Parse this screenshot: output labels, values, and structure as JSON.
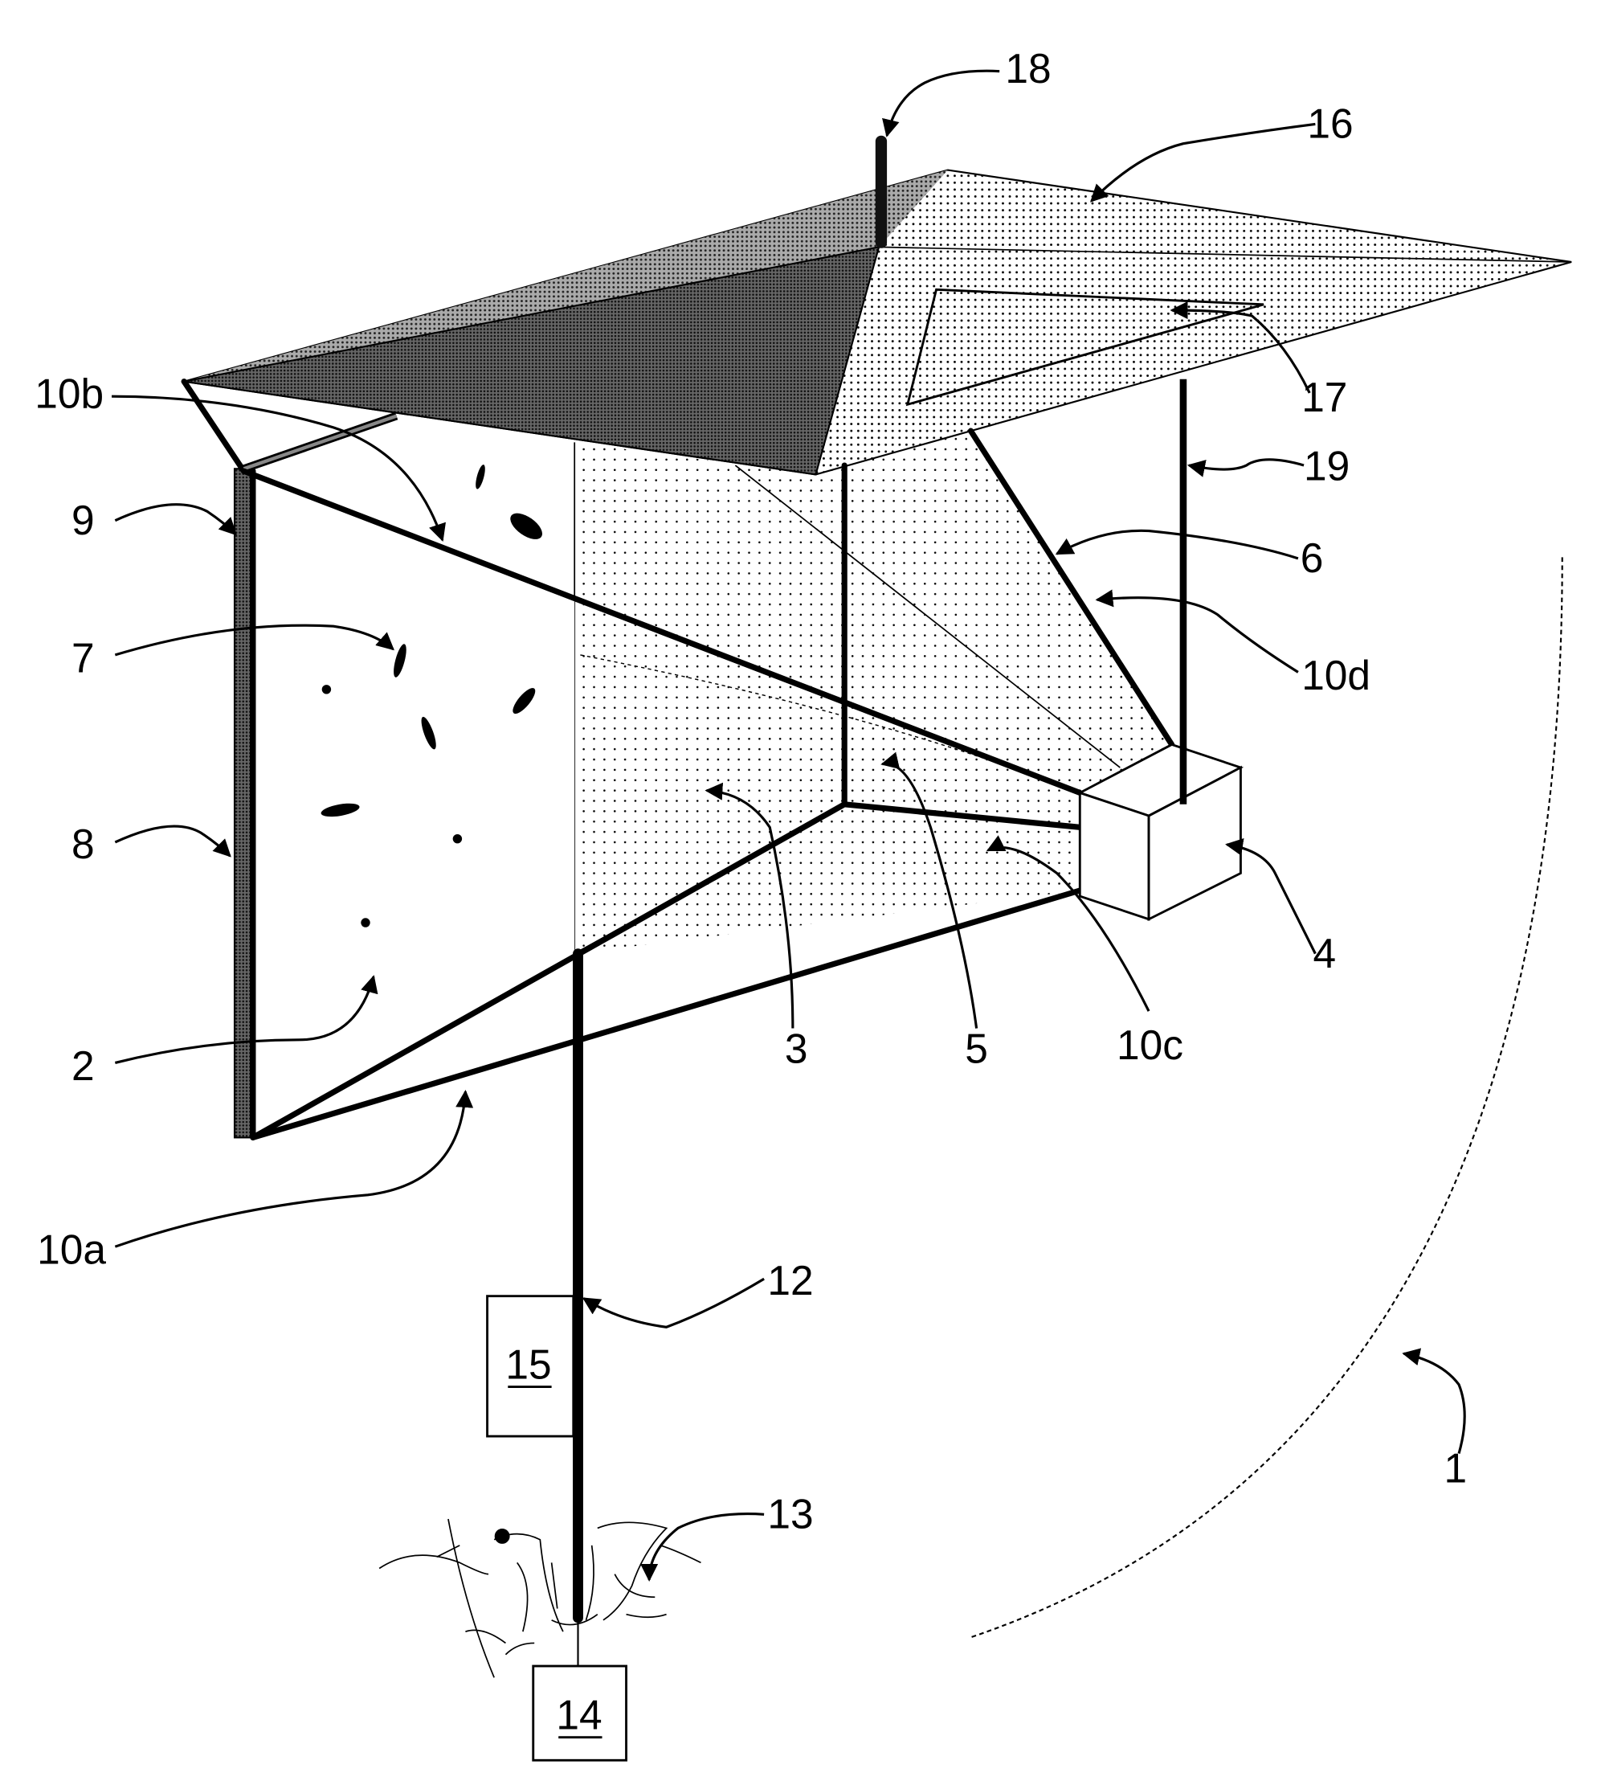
{
  "figure": {
    "labels": {
      "l1": "1",
      "l2": "2",
      "l3": "3",
      "l4": "4",
      "l5": "5",
      "l6": "6",
      "l7": "7",
      "l8": "8",
      "l9": "9",
      "l10a": "10a",
      "l10b": "10b",
      "l10c": "10c",
      "l10d": "10d",
      "l12": "12",
      "l13": "13",
      "l14": "14",
      "l15": "15",
      "l16": "16",
      "l17": "17",
      "l18": "18",
      "l19": "19"
    }
  }
}
